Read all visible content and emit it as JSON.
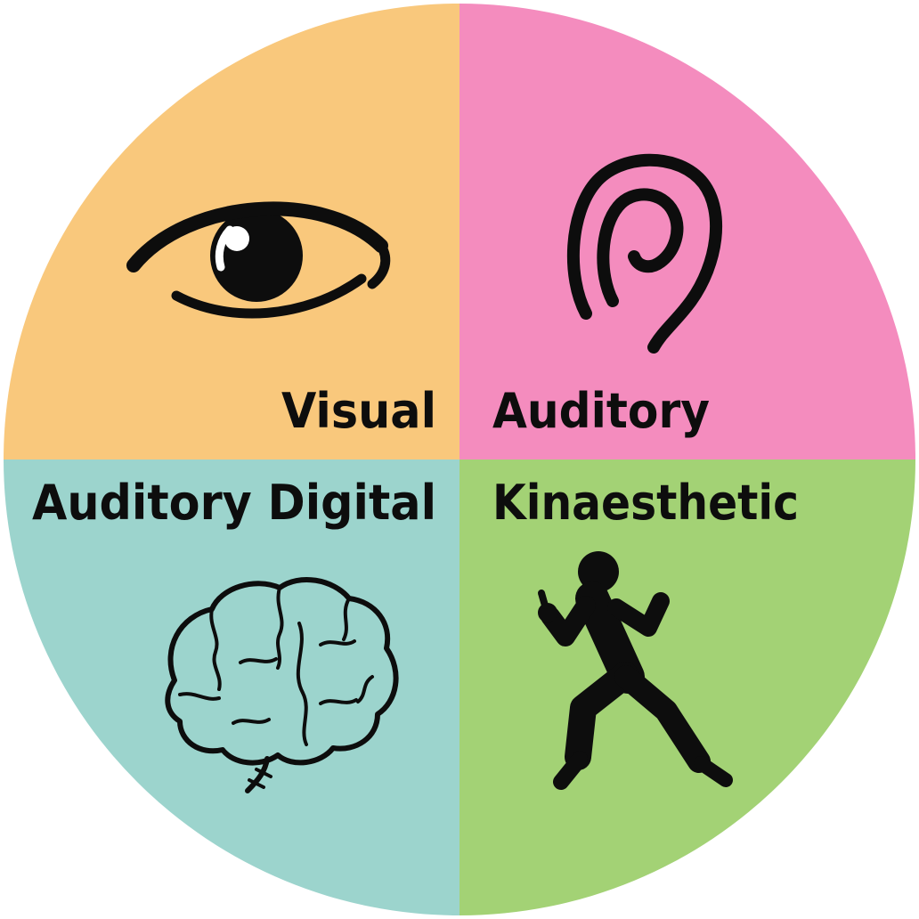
{
  "diagram": {
    "type": "four-quadrant-circle",
    "background": "#ffffff",
    "icon_color": "#0d0d0d",
    "quadrants": [
      {
        "id": "visual",
        "label": "Visual",
        "color": "#F9C87C",
        "icon": "eye-icon",
        "position": "top-left"
      },
      {
        "id": "auditory",
        "label": "Auditory",
        "color": "#F48CBE",
        "icon": "ear-icon",
        "position": "top-right"
      },
      {
        "id": "auditory-digital",
        "label": "Auditory Digital",
        "color": "#9CD4CD",
        "icon": "brain-icon",
        "position": "bottom-left"
      },
      {
        "id": "kinaesthetic",
        "label": "Kinaesthetic",
        "color": "#A3D275",
        "icon": "runner-icon",
        "position": "bottom-right"
      }
    ]
  }
}
